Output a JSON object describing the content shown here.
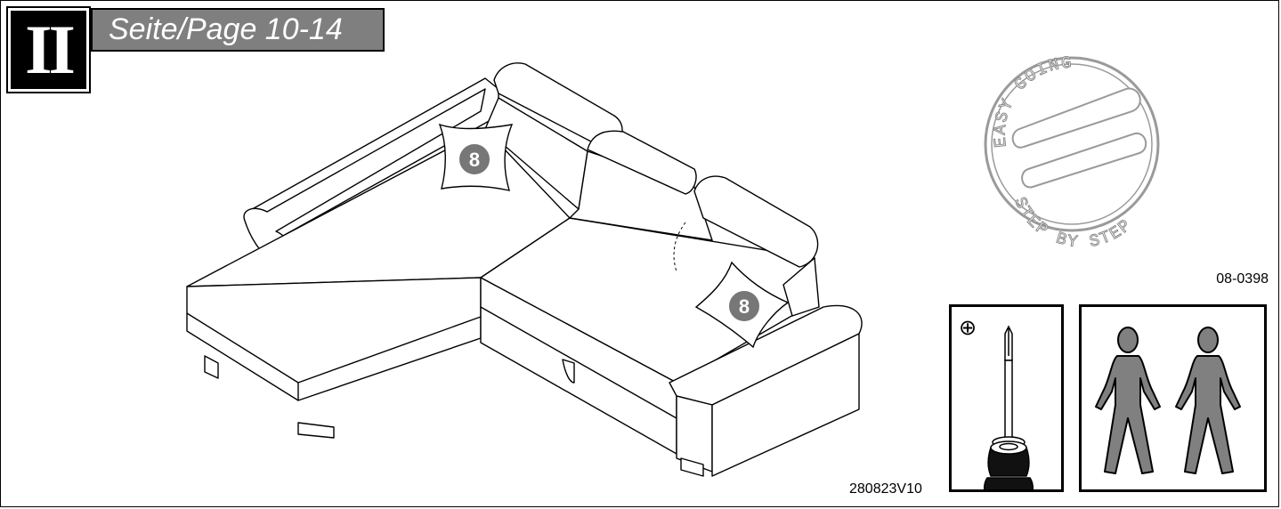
{
  "step": {
    "number": "II"
  },
  "page_reference": {
    "label": "Seite/Page 10-14"
  },
  "stamp": {
    "top_text": "EASY GOING",
    "bottom_text": "STEP BY STEP"
  },
  "product": {
    "model_code": "08-0398",
    "version_code": "280823V10"
  },
  "parts": [
    {
      "label": "8",
      "item": "cushion"
    },
    {
      "label": "8",
      "item": "cushion"
    }
  ],
  "tools": {
    "screwdriver_symbol": "⊕",
    "icons": [
      "phillips-screwdriver-icon",
      "two-persons-icon"
    ]
  },
  "colors": {
    "badge": "#000000",
    "page_ref_bg": "#7f7f7f",
    "person_fill": "#808080",
    "stamp": "#9a9a9a"
  }
}
